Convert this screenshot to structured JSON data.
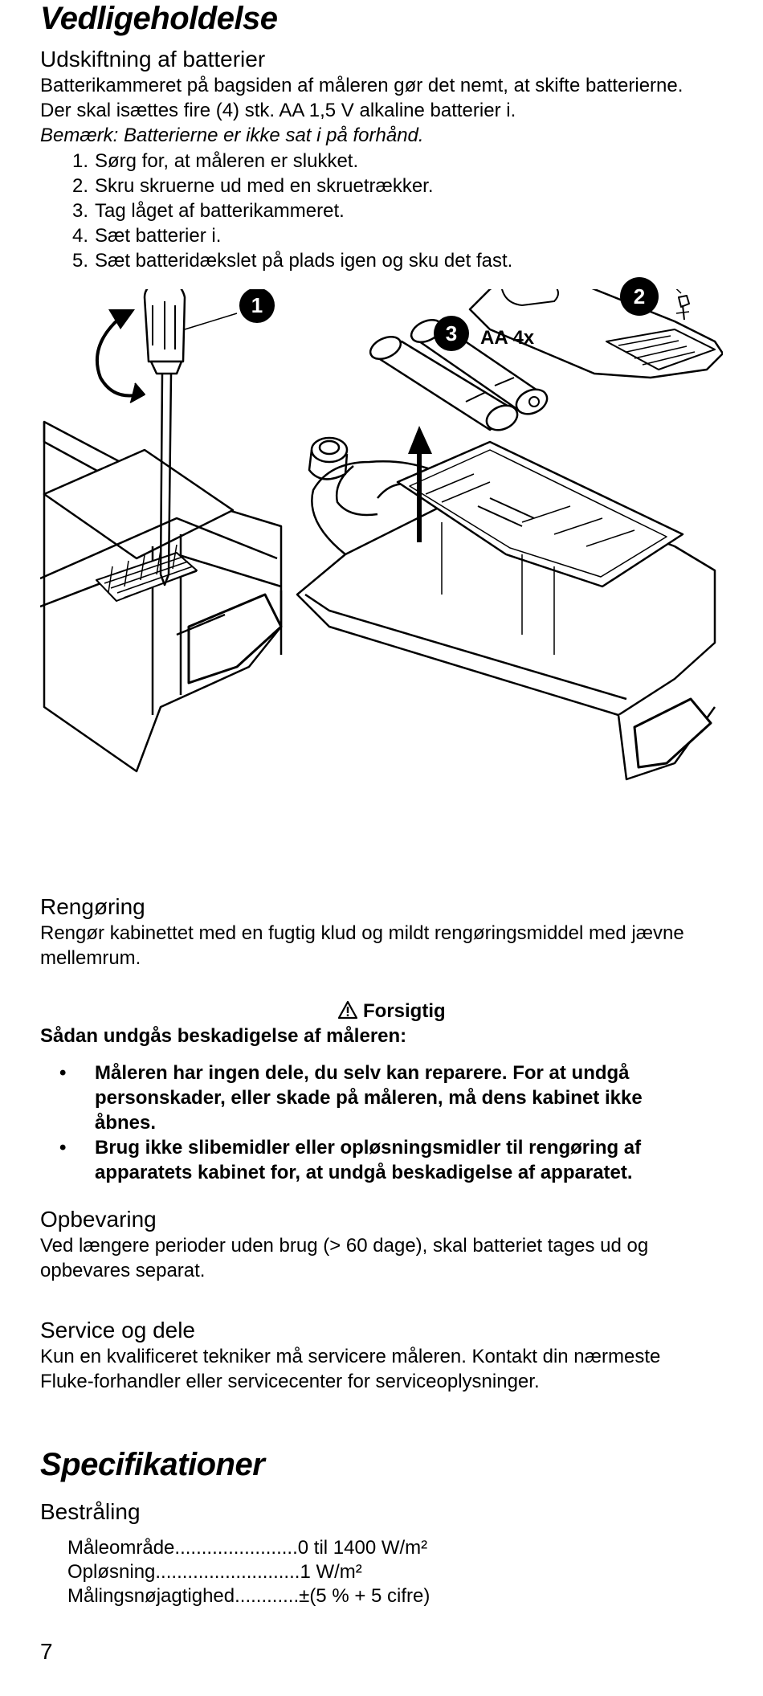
{
  "maintenance": {
    "title": "Vedligeholdelse",
    "battery": {
      "heading": "Udskiftning af batterier",
      "line1": "Batterikammeret på bagsiden af måleren gør det nemt, at skifte batterierne.",
      "line2": "Der skal isættes fire (4) stk. AA 1,5 V alkaline batterier i.",
      "note": "Bemærk: Batterierne er ikke sat i på forhånd.",
      "steps": [
        {
          "num": "1.",
          "text": "Sørg for, at måleren er slukket."
        },
        {
          "num": "2.",
          "text": "Skru skruerne ud med en skruetrækker."
        },
        {
          "num": "3.",
          "text": "Tag låget af batterikammeret."
        },
        {
          "num": "4.",
          "text": "Sæt batterier i."
        },
        {
          "num": "5.",
          "text": "Sæt batteridækslet på plads igen og sku det fast."
        }
      ]
    },
    "figure": {
      "callout1": "1",
      "callout2": "2",
      "callout3": "3",
      "battery_label": "AA 4x"
    },
    "cleaning": {
      "heading": "Rengøring",
      "line1": "Rengør kabinettet med en fugtig klud og mildt rengøringsmiddel med jævne",
      "line2": "mellemrum."
    },
    "caution": {
      "label": "Forsigtig",
      "intro": "Sådan undgås beskadigelse af måleren:",
      "bullets": [
        {
          "line1": "Måleren har ingen dele, du selv kan reparere. For at undgå",
          "line2": "personskader, eller skade på måleren, må dens kabinet ikke",
          "line3": "åbnes."
        },
        {
          "line1": "Brug ikke slibemidler eller opløsningsmidler til rengøring af",
          "line2": "apparatets kabinet for, at undgå beskadigelse af apparatet."
        }
      ]
    },
    "storage": {
      "heading": "Opbevaring",
      "line1": "Ved længere perioder uden brug (> 60 dage), skal batteriet tages ud og",
      "line2": "opbevares separat."
    },
    "service": {
      "heading": "Service og dele",
      "line1": "Kun en kvalificeret tekniker må servicere måleren. Kontakt din nærmeste",
      "line2": "Fluke-forhandler eller servicecenter for serviceoplysninger."
    }
  },
  "specifications": {
    "title": "Specifikationer",
    "irradiance": {
      "heading": "Bestråling",
      "rows": [
        {
          "label": "Måleområde",
          "dots": ".......................",
          "value": "0 til 1400 W/m²"
        },
        {
          "label": "Opløsning",
          "dots": "...........................",
          "value": "1 W/m²"
        },
        {
          "label": "Målingsnøjagtighed",
          "dots": "............",
          "value": "±(5 % + 5 cifre)"
        }
      ]
    }
  },
  "footer": {
    "page_number": "7"
  }
}
